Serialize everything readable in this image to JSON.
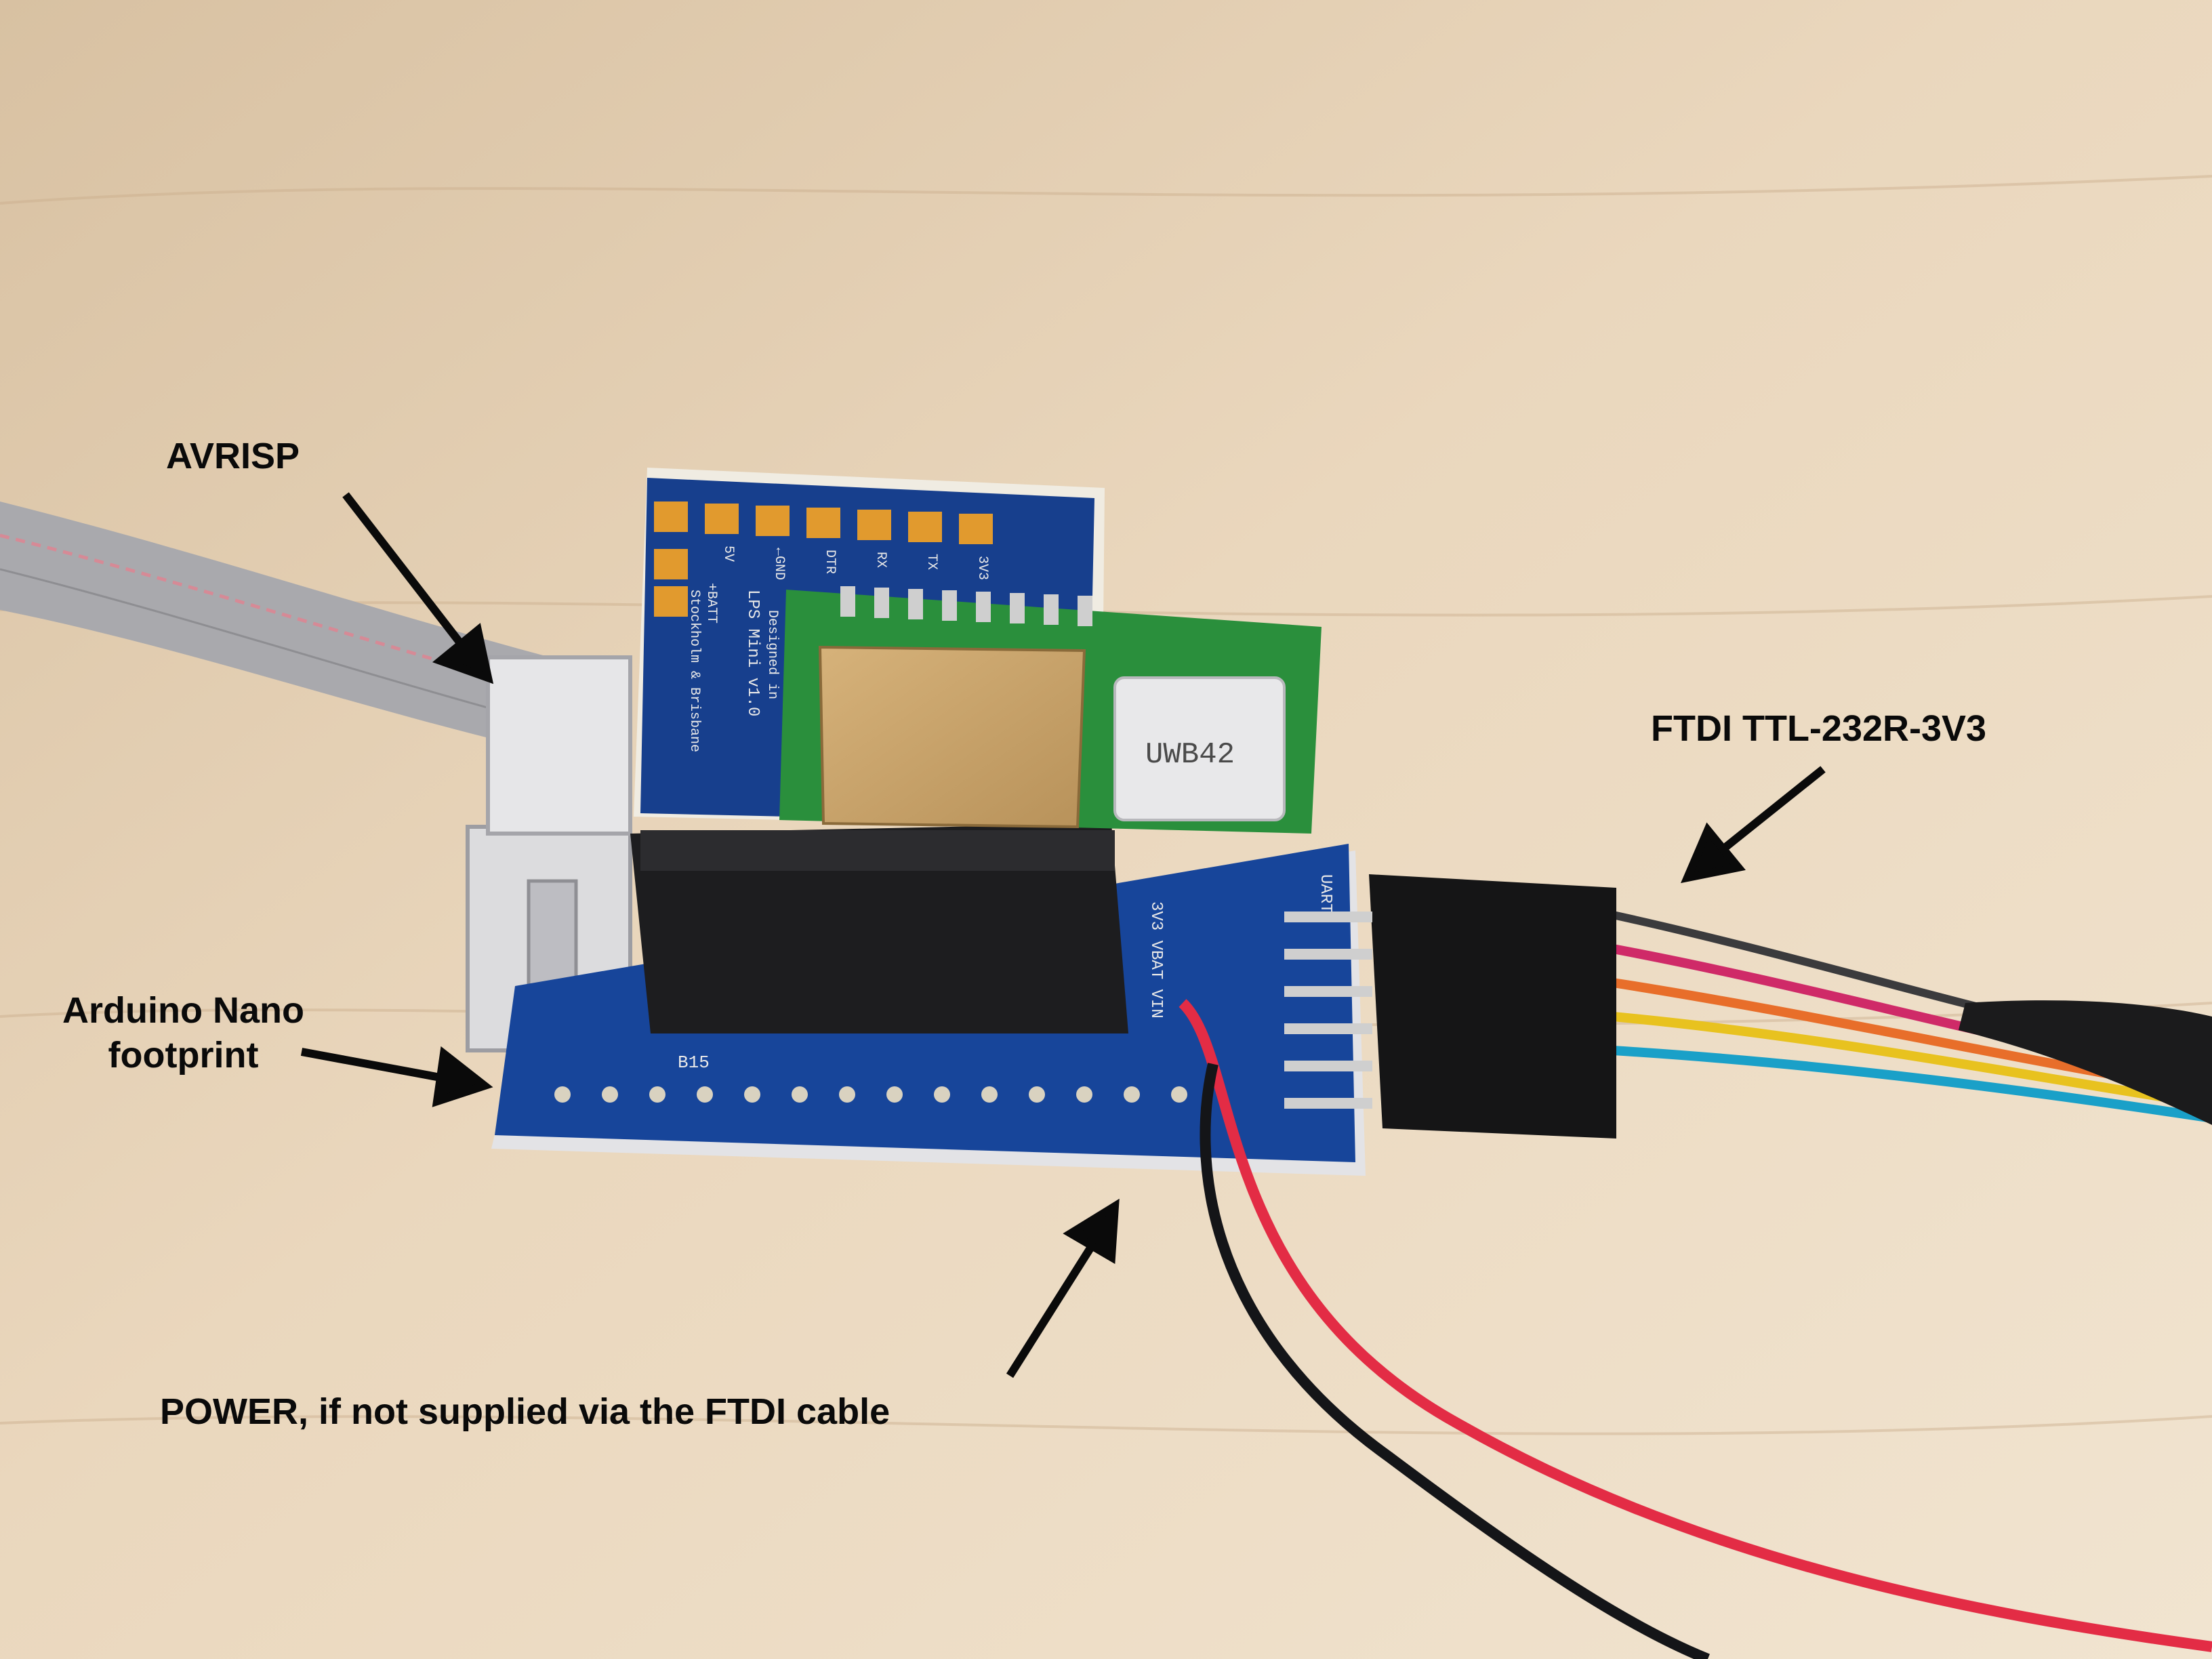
{
  "callouts": {
    "avrisp": "AVRISP",
    "ftdi": "FTDI TTL-232R-3V3",
    "nano_line1": "Arduino Nano",
    "nano_line2": "footprint",
    "power": "POWER, if not supplied via the FTDI cable"
  },
  "board_silkscreen": {
    "pads": [
      "5V",
      "←GND",
      "DTR",
      "RX",
      "TX",
      "3V3"
    ],
    "batt": "+BATT",
    "title": "LPS Mini v1.0",
    "credit1": "Designed in",
    "credit2": "Stockholm & Brisbane",
    "b15": "B15",
    "uart": "UART",
    "power_pins": "3V3 VBAT VIN",
    "antenna": "UWB42"
  }
}
